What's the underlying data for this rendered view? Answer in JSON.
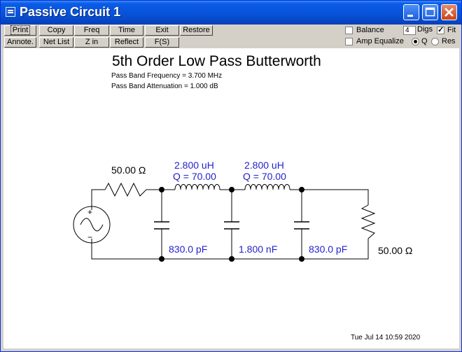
{
  "window": {
    "title": "Passive Circuit 1"
  },
  "toolbar": {
    "row1": [
      "Print",
      "Copy",
      "Freq",
      "Time",
      "Exit",
      "Restore"
    ],
    "row2": [
      "Annote.",
      "Net List",
      "Z in",
      "Reflect",
      "F(S)"
    ]
  },
  "options": {
    "balance_label": "Balance",
    "balance_checked": false,
    "amp_equalize_label": "Amp Equalize",
    "amp_equalize_checked": false,
    "digs_value": "4",
    "digs_label": "Digs",
    "fit_label": "Fit",
    "fit_checked": true,
    "q_label": "Q",
    "res_label": "Res",
    "selected_mode": "Q"
  },
  "diagram": {
    "title": "5th Order Low Pass Butterworth",
    "pass_band_frequency": "Pass Band Frequency = 3.700 MHz",
    "pass_band_attenuation": "Pass Band Attenuation = 1.000 dB",
    "source_resistor": "50.00 Ω",
    "inductor1_value": "2.800 uH",
    "inductor1_q": "Q = 70.00",
    "inductor2_value": "2.800 uH",
    "inductor2_q": "Q = 70.00",
    "cap1": "830.0 pF",
    "cap2": "1.800 nF",
    "cap3": "830.0 pF",
    "load_resistor": "50.00 Ω",
    "source_plus": "+",
    "source_minus": "−",
    "timestamp": "Tue Jul 14 10:59 2020"
  },
  "colors": {
    "component_value": "#2222cc",
    "wire": "#000000",
    "titlebar": "#0851d6"
  }
}
